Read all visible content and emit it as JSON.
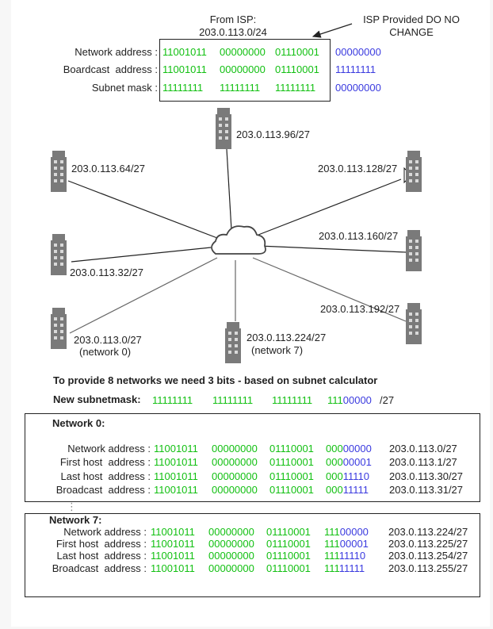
{
  "isp": {
    "title_line1": "From ISP:",
    "title_line2": "203.0.113.0/24",
    "note_line1": "ISP Provided DO NO",
    "note_line2": "CHANGE",
    "rows": [
      {
        "label": "Network address :",
        "o1": "11001011",
        "o2": "00000000",
        "o3": "01110001",
        "o4": "00000000"
      },
      {
        "label": "Boardcast  address :",
        "o1": "11001011",
        "o2": "00000000",
        "o3": "01110001",
        "o4": "11111111"
      },
      {
        "label": "Subnet mask :",
        "o1": "11111111",
        "o2": "11111111",
        "o3": "11111111",
        "o4": "00000000"
      }
    ]
  },
  "subnets": {
    "s96": "203.0.113.96/27",
    "s64": "203.0.113.64/27",
    "s128": "203.0.113.128/27",
    "s160": "203.0.113.160/27",
    "s32": "203.0.113.32/27",
    "s192": "203.0.113.192/27",
    "s0": "203.0.113.0/27",
    "s0_sub": "(network 0)",
    "s224": "203.0.113.224/27",
    "s224_sub": "(network 7)"
  },
  "calc": {
    "heading": "To provide 8 networks we need 3 bits - based on subnet calculator",
    "mask_label": "New subnetmask:",
    "o1": "11111111",
    "o2": "11111111",
    "o3": "11111111",
    "o4_green": "111",
    "o4_blue": "00000",
    "cidr": "/27"
  },
  "net0": {
    "title": "Network 0:",
    "rows": [
      {
        "label": "Network address :",
        "o1": "11001011",
        "o2": "00000000",
        "o3": "01110001",
        "g": "000",
        "b": "00000",
        "ip": "203.0.113.0/27"
      },
      {
        "label": "First host  address :",
        "o1": "11001011",
        "o2": "00000000",
        "o3": "01110001",
        "g": "000",
        "b": "00001",
        "ip": "203.0.113.1/27"
      },
      {
        "label": "Last host  address :",
        "o1": "11001011",
        "o2": "00000000",
        "o3": "01110001",
        "g": "000",
        "b": "11110",
        "ip": "203.0.113.30/27"
      },
      {
        "label": "Broadcast  address :",
        "o1": "11001011",
        "o2": "00000000",
        "o3": "01110001",
        "g": "000",
        "b": "11111",
        "ip": "203.0.113.31/27"
      }
    ]
  },
  "ellipsis": "⋮",
  "net7": {
    "title": "Network 7:",
    "rows": [
      {
        "label": "Network address :",
        "o1": "11001011",
        "o2": "00000000",
        "o3": "01110001",
        "g": "111",
        "b": "00000",
        "ip": "203.0.113.224/27"
      },
      {
        "label": "First host  address :",
        "o1": "11001011",
        "o2": "00000000",
        "o3": "01110001",
        "g": "111",
        "b": "00001",
        "ip": "203.0.113.225/27"
      },
      {
        "label": "Last host  address :",
        "o1": "11001011",
        "o2": "00000000",
        "o3": "01110001",
        "g": "111",
        "b": "11110",
        "ip": "203.0.113.254/27"
      },
      {
        "label": "Broadcast  address :",
        "o1": "11001011",
        "o2": "00000000",
        "o3": "01110001",
        "g": "111",
        "b": "11111",
        "ip": "203.0.113.255/27"
      }
    ]
  },
  "colors": {
    "green": "#12c012",
    "blue": "#3a3adf"
  }
}
